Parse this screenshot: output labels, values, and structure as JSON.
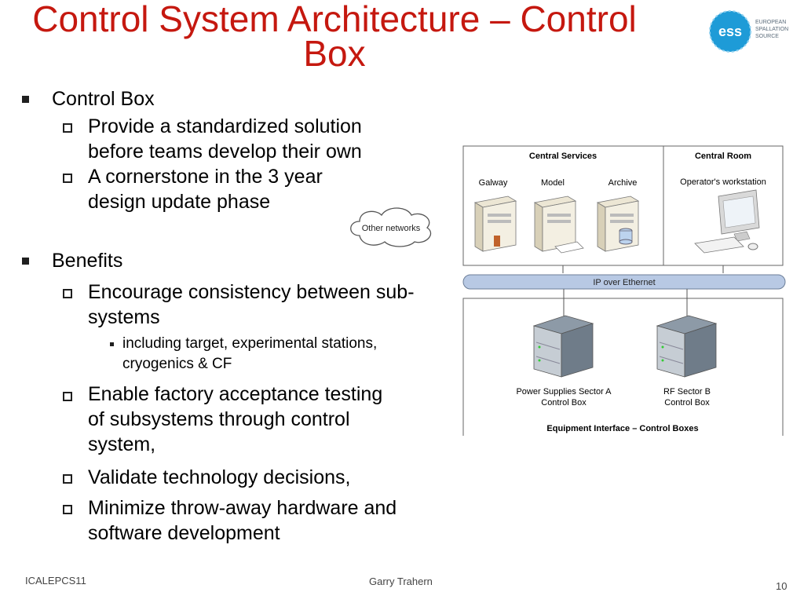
{
  "slide": {
    "title": "Control System Architecture – Control Box",
    "bullets": [
      {
        "text": "Control Box",
        "sub": [
          "Provide a standardized solution before teams develop their own",
          "A cornerstone in the 3 year design update phase"
        ]
      },
      {
        "text": "Benefits",
        "sub": [
          "Encourage consistency between sub-systems",
          "Enable factory acceptance testing of subsystems through control system,",
          "Validate technology decisions,",
          "Minimize throw-away hardware and software development"
        ],
        "subsub": [
          "including target, experimental stations, cryogenics & CF"
        ]
      }
    ],
    "footer": {
      "left": "ICALEPCS11",
      "center": "Garry Trahern",
      "page": "10"
    },
    "logo": {
      "mark": "ess",
      "text": "EUROPEAN\nSPALLATION\nSOURCE"
    }
  },
  "diagram": {
    "central_services": "Central Services",
    "central_room": "Central Room",
    "servers": [
      "Galway",
      "Model",
      "Archive"
    ],
    "workstation": "Operator's workstation",
    "cloud": "Other networks",
    "bus": "IP over Ethernet",
    "boxes": [
      "Power Supplies Sector A\nControl Box",
      "RF Sector B\nControl Box"
    ],
    "equipment_interface": "Equipment Interface – Control Boxes"
  },
  "colors": {
    "title": "#c5180f",
    "bus": "#b8c9e4",
    "logo": "#1e9bd7"
  }
}
